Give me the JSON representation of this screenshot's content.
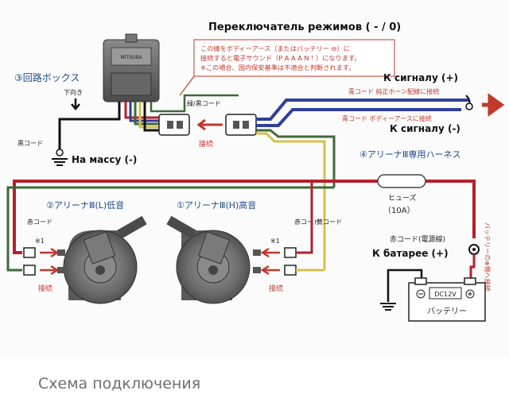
{
  "diagram": {
    "mode_switch_title": "Переключатель режимов ( - / 0)",
    "note_lines": [
      "この線をボディーアース（またはバッテリー ⊖）に",
      "接続すると電子サウンド（P A A A N ! ）になります。",
      "※この場合、国内保安基準は不適合と判断されます。"
    ],
    "relay_box_brand": "MITSUBA",
    "relay_box_label": "③回路ボックス",
    "direction_label": "下向き",
    "black_cord_label": "黒コード",
    "ground_label": "На массу (-)",
    "green_black_cord_label": "緑/黒コード",
    "connect_label": "接続",
    "signal_plus_label": "К сигналу (+)",
    "blue_cord_label": "青コード 純正ホーン配線に接続",
    "signal_minus_label": "К сигналу (-)",
    "blue_cord_body_label": "青コード ボディーアースに接続",
    "harness_label": "④アリーナⅢ専用ハーネス",
    "fuse_label": "ヒューズ",
    "fuse_value": "（10A）",
    "horn_low_label": "②アリーナⅢ(L)低音",
    "horn_high_label": "①アリーナⅢ(H)高音",
    "red_cord_label": "赤コード",
    "yellow_cord_label": "黄コード",
    "note_mark": "※1",
    "power_cord_label": "赤コード(電源線)",
    "battery_plus_label": "К батарее (+)",
    "battery_side_label": "バッテリーの⊕側へ接続",
    "battery_voltage": "DC12V",
    "battery_name": "バッテリー"
  },
  "caption": "Схема подключения",
  "colors": {
    "red_wire": "#b5202a",
    "blue_wire": "#2f3f9a",
    "green_wire": "#3e6a3a",
    "yellow_wire": "#d6c04a",
    "note_text": "#c0392b",
    "horn_body": "#6e6e6e"
  }
}
